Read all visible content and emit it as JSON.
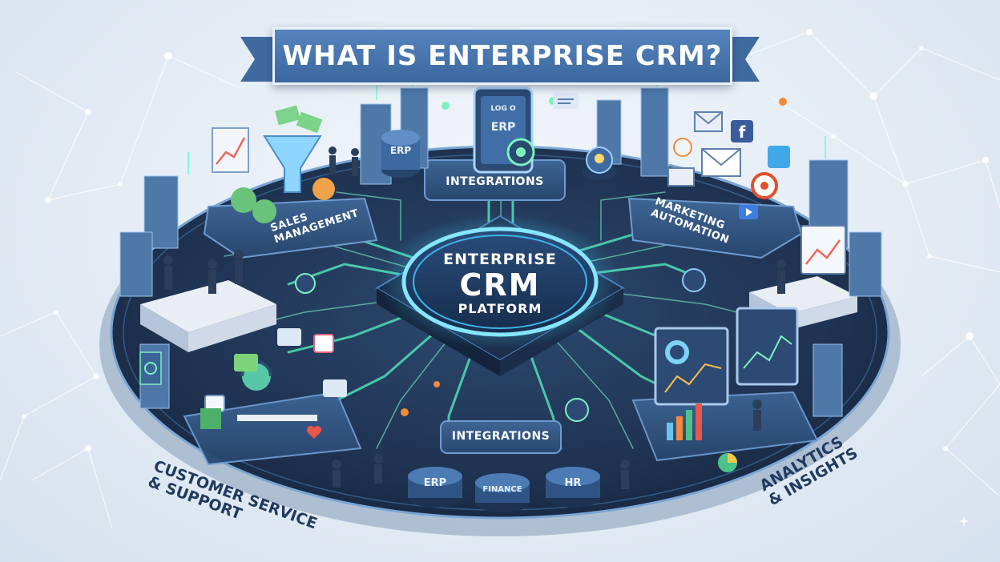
{
  "banner": {
    "title": "WHAT IS ENTERPRISE CRM?"
  },
  "hub": {
    "line1": "ENTERPRISE",
    "line2": "CRM",
    "line3": "PLATFORM"
  },
  "modules": {
    "sales": {
      "line1": "SALES",
      "line2": "MANAGEMENT"
    },
    "integrations_top": "INTEGRATIONS",
    "marketing": {
      "line1": "MARKETING",
      "line2": "AUTOMATION"
    },
    "integrations_bottom": "INTEGRATIONS",
    "customer_service": {
      "line1": "CUSTOMER SERVICE",
      "line2": "& SUPPORT"
    },
    "analytics": {
      "line1": "ANALYTICS",
      "line2": "& INSIGHTS"
    }
  },
  "nodes": {
    "erp_left": "ERP",
    "tablet_logo": "LOG O",
    "tablet_erp": "ERP",
    "erp_bottom": "ERP",
    "finance": "FINANCE",
    "hr": "HR"
  },
  "colors": {
    "platform": "#213552",
    "tile": "#2f4f7a",
    "circuit": "#5ff0a8",
    "accent": "#3b679e",
    "orange": "#f08a3c"
  }
}
